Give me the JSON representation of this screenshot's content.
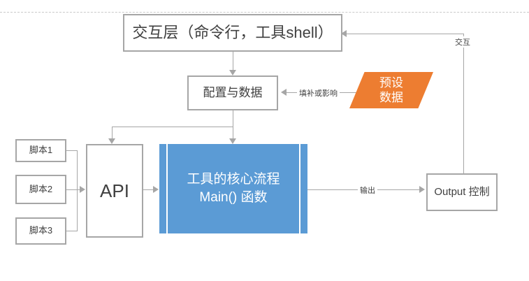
{
  "diagram": {
    "title_box": {
      "label": "交互层（命令行，工具shell）"
    },
    "config_box": {
      "label": "配置与数据"
    },
    "api_box": {
      "label": "API"
    },
    "process_box": {
      "line1": "工具的核心流程",
      "line2": "Main() 函数"
    },
    "preset_box": {
      "line1": "预设",
      "line2": "数据"
    },
    "output_box": {
      "label": "Output 控制"
    },
    "scripts": [
      {
        "label": "脚本1"
      },
      {
        "label": "脚本2"
      },
      {
        "label": "脚本3"
      }
    ],
    "edge_labels": {
      "fill_or_affect": "填补或影响",
      "output": "输出",
      "interaction": "交互"
    },
    "colors": {
      "process_fill": "#5B9BD5",
      "preset_fill": "#ED7D31",
      "stroke": "#A6A6A6",
      "text": "#404040",
      "background": "#FFFFFF"
    }
  }
}
